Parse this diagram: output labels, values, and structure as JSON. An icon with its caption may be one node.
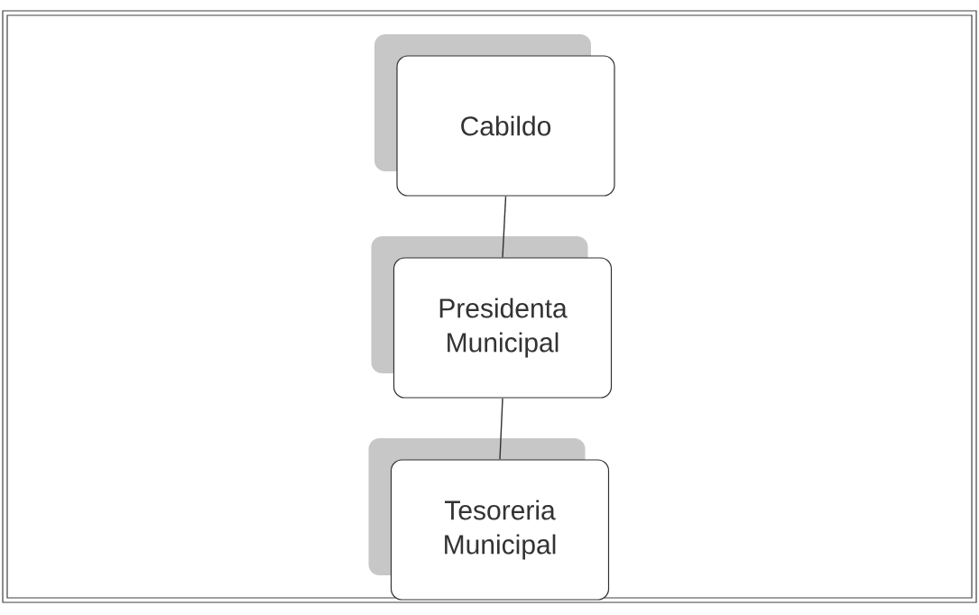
{
  "diagram": {
    "nodes": [
      {
        "text": [
          "Cabildo"
        ]
      },
      {
        "text": [
          "Presidenta Municipal"
        ]
      },
      {
        "text": [
          "Tesoreria Municipal"
        ]
      }
    ],
    "edges": [
      {
        "from": 0,
        "to": 1,
        "arrow": "none"
      },
      {
        "from": 1,
        "to": 2,
        "arrow": "none"
      }
    ]
  }
}
